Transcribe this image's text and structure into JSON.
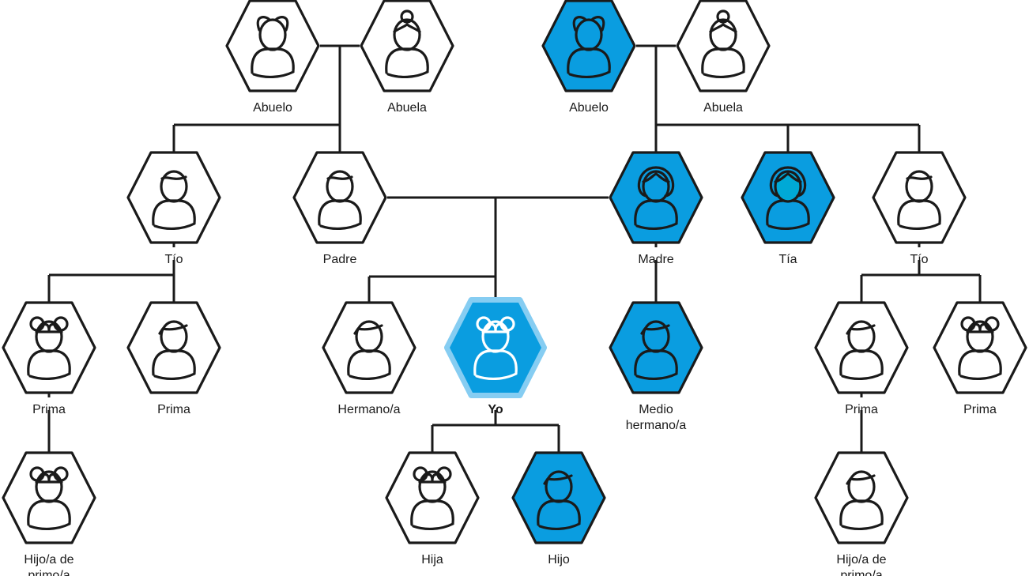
{
  "title": "Árbol genealógico",
  "colors": {
    "line": "#1a1a1a",
    "relative_fill": "#0a9de0",
    "self_fill": "#0a9de0",
    "self_halo": "#86cdf2",
    "tia_face": "#00a9d6",
    "plain_fill": "#ffffff"
  },
  "nodes": [
    {
      "id": "abuelo-paterno",
      "label": [
        "Abuelo"
      ],
      "icon": "man-icon",
      "style": "plain"
    },
    {
      "id": "abuela-paterna",
      "label": [
        "Abuela"
      ],
      "icon": "woman-bun-icon",
      "style": "plain"
    },
    {
      "id": "abuelo-materno",
      "label": [
        "Abuelo"
      ],
      "icon": "man-icon",
      "style": "blue"
    },
    {
      "id": "abuela-materna",
      "label": [
        "Abuela"
      ],
      "icon": "woman-bun-icon",
      "style": "plain"
    },
    {
      "id": "tio-paterno",
      "label": [
        "Tío"
      ],
      "icon": "man-short-hair-icon",
      "style": "plain"
    },
    {
      "id": "padre",
      "label": [
        "Padre"
      ],
      "icon": "man-short-hair-icon",
      "style": "plain"
    },
    {
      "id": "madre",
      "label": [
        "Madre"
      ],
      "icon": "woman-bob-icon",
      "style": "blue"
    },
    {
      "id": "tia",
      "label": [
        "Tía"
      ],
      "icon": "woman-bob-icon",
      "style": "blue-face"
    },
    {
      "id": "tio-materno",
      "label": [
        "Tío"
      ],
      "icon": "man-short-hair-icon",
      "style": "plain"
    },
    {
      "id": "prima-1",
      "label": [
        "Prima"
      ],
      "icon": "girl-pigtails-icon",
      "style": "plain"
    },
    {
      "id": "prima-2",
      "label": [
        "Prima"
      ],
      "icon": "boy-fringe-icon",
      "style": "plain"
    },
    {
      "id": "hermano",
      "label": [
        "Hermano/a"
      ],
      "icon": "boy-fringe-icon",
      "style": "plain"
    },
    {
      "id": "yo",
      "label": [
        "Yo"
      ],
      "icon": "girl-pigtails-icon",
      "style": "self"
    },
    {
      "id": "medio-hermano",
      "label": [
        "Medio",
        "hermano/a"
      ],
      "icon": "boy-fringe-icon",
      "style": "blue"
    },
    {
      "id": "prima-3",
      "label": [
        "Prima"
      ],
      "icon": "boy-fringe-icon",
      "style": "plain"
    },
    {
      "id": "prima-4",
      "label": [
        "Prima"
      ],
      "icon": "girl-pigtails-icon",
      "style": "plain"
    },
    {
      "id": "hijo-primo-1",
      "label": [
        "Hijo/a de",
        "primo/a"
      ],
      "icon": "girl-pigtails-icon",
      "style": "plain"
    },
    {
      "id": "hija",
      "label": [
        "Hija"
      ],
      "icon": "girl-pigtails-icon",
      "style": "plain"
    },
    {
      "id": "hijo",
      "label": [
        "Hijo"
      ],
      "icon": "boy-fringe-icon",
      "style": "blue"
    },
    {
      "id": "hijo-primo-2",
      "label": [
        "Hijo/a de",
        "primo/a"
      ],
      "icon": "boy-fringe-icon",
      "style": "plain"
    }
  ],
  "relations": [
    {
      "type": "couple",
      "a": "abuelo-paterno",
      "b": "abuela-paterna",
      "children": [
        "tio-paterno",
        "padre"
      ]
    },
    {
      "type": "couple",
      "a": "abuelo-materno",
      "b": "abuela-materna",
      "children": [
        "madre",
        "tia",
        "tio-materno"
      ]
    },
    {
      "type": "couple",
      "a": "padre",
      "b": "madre",
      "children": [
        "hermano",
        "yo"
      ]
    },
    {
      "type": "single",
      "a": "tio-paterno",
      "children": [
        "prima-1",
        "prima-2"
      ]
    },
    {
      "type": "single",
      "a": "madre",
      "children": [
        "medio-hermano"
      ]
    },
    {
      "type": "single",
      "a": "tio-materno",
      "children": [
        "prima-3",
        "prima-4"
      ]
    },
    {
      "type": "single",
      "a": "yo",
      "children": [
        "hija",
        "hijo"
      ]
    },
    {
      "type": "single",
      "a": "prima-1",
      "children": [
        "hijo-primo-1"
      ]
    },
    {
      "type": "single",
      "a": "prima-3",
      "children": [
        "hijo-primo-2"
      ]
    }
  ]
}
